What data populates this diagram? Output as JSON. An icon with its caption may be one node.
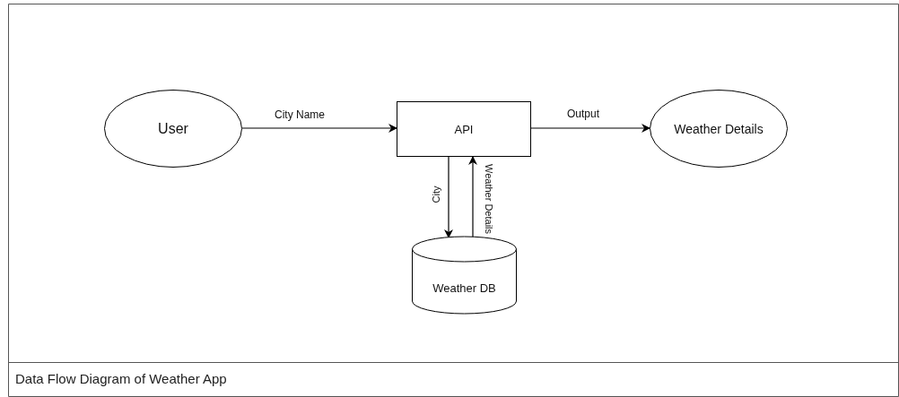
{
  "diagram": {
    "caption": "Data Flow Diagram of Weather App",
    "nodes": [
      {
        "text": [
          "User"
        ]
      },
      {
        "text": [
          "API"
        ]
      },
      {
        "text": [
          "Weather Details"
        ]
      },
      {
        "text": [
          "Weather DB"
        ]
      }
    ],
    "edges": [
      {
        "from": 0,
        "to": 1,
        "arrow": "to",
        "label": "City Name"
      },
      {
        "from": 1,
        "to": 2,
        "arrow": "to",
        "label": "Output"
      },
      {
        "from": 1,
        "to": 3,
        "arrow": "to",
        "label": "City"
      },
      {
        "from": 3,
        "to": 1,
        "arrow": "to",
        "label": "Weather Details"
      }
    ]
  }
}
